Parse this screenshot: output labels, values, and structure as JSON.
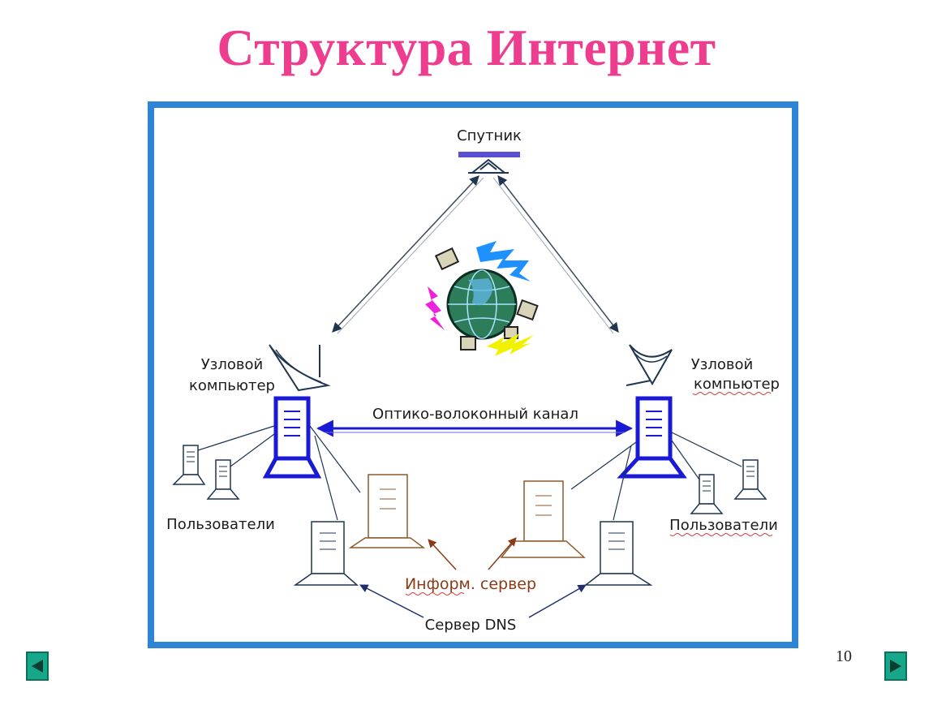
{
  "slide": {
    "title": "Структура Интернет",
    "page_number": "10"
  },
  "diagram": {
    "satellite_label": "Спутник",
    "node_left_line1": "Узловой",
    "node_left_line2": "компьютер",
    "node_right_line1": "Узловой",
    "node_right_line2": "компьютер",
    "fiber_channel_label": "Оптико-волоконный канал",
    "users_left_label": "Пользователи",
    "users_right_label": "Пользователи",
    "info_server_label": "Информ. сервер",
    "dns_server_label": "Сервер DNS"
  },
  "navigation": {
    "prev_icon": "triangle-left-icon",
    "next_icon": "triangle-right-icon"
  },
  "colors": {
    "title": "#ee3d8f",
    "frame": "#2e85d6",
    "node_computer": "#1a1ad6",
    "server_outline": "#8a5a2a",
    "nav_button": "#17a88b"
  }
}
